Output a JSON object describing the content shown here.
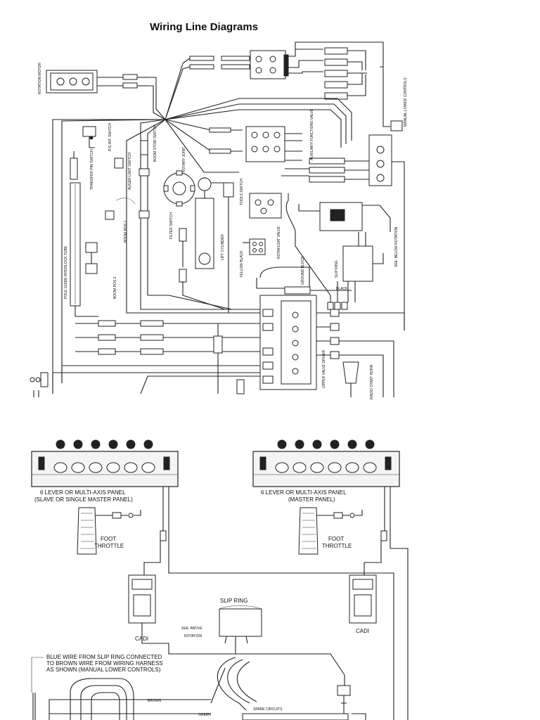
{
  "title": "Wiring Line Diagrams",
  "upper_diagram": {
    "labels": {
      "rotation_motor": "ROTATION MOTOR",
      "auxiliary_functions_valve": "AUXILIARY FUNCTIONS VALVE",
      "manual_lower_controls": "MANUAL LOWER CONTROLS",
      "pg_int_switch": "P/G INT. SWITCH",
      "transfer_pin_switch": "TRANSFER PIN SWITCH",
      "auger_limit_switch": "AUGER LIMIT SWITCH",
      "boom_stow_switch": "BOOM STOW SWITCH",
      "rotary_joint": "ROTARY JOINT",
      "filter_switch": "FILTER SWITCH",
      "tools_switch": "TOOLS SWITCH",
      "lift_cylinder": "LIFT CYLINDER",
      "rotafloat_valve": "ROTAFLOAT VALVE",
      "pole_guide_interlock_tube": "POLE GUIDE INTERLOCK TUBE",
      "boom_pos_1": "BOOM POS 1",
      "boom_pos_2": "BOOM POS 2",
      "slip_ring": "SLIP RING",
      "see_below_rotation": "SEE: BELOW ROTATION",
      "ground_block": "GROUND BLOCK",
      "upper_valve_driver": "UPPER VALVE DRIVER",
      "radio_start_horn": "RADIO START HORN",
      "yellow_black": "YELLOW BLACK",
      "black": "BLACK"
    }
  },
  "lower_diagram": {
    "left_panel": {
      "line1": "6 LEVER OR MULTI-AXIS PANEL",
      "line2": "(SLAVE OR SINGLE MASTER PANEL)"
    },
    "right_panel": {
      "line1": "6 LEVER OR MULTI-AXIS PANEL",
      "line2": "(MASTER PANEL)"
    },
    "foot_throttle": [
      "FOOT",
      "THROTTLE"
    ],
    "cadi": "CADI",
    "slip_ring": "SLIP RING",
    "see_above_rotation": [
      "SEE: ABOVE",
      "ROTATION"
    ],
    "note": [
      "BLUE WIRE FROM SLIP RING CONNECTED",
      "TO BROWN WIRE FROM WIRING HARNESS",
      "AS SHOWN (MANUAL LOWER CONTROLS)"
    ],
    "wire_brown": "BROWN",
    "wire_green": "GREEN",
    "spare_circuits": "SPARE CIRCUITS"
  }
}
